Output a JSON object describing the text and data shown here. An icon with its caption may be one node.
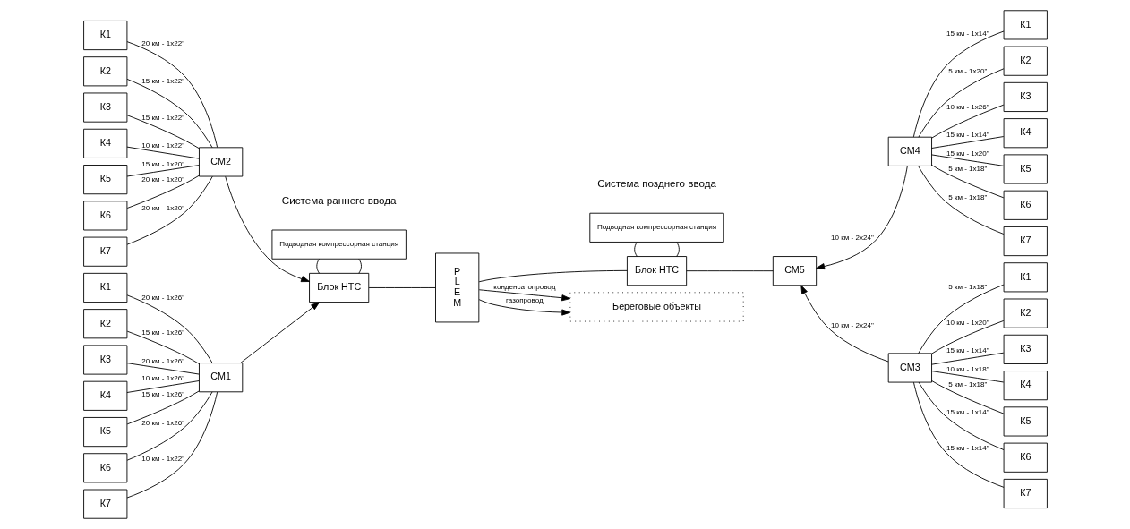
{
  "diagram": {
    "nodes": [
      {
        "text": [
          "К1"
        ]
      },
      {
        "text": [
          "К2"
        ]
      },
      {
        "text": [
          "К3"
        ]
      },
      {
        "text": [
          "К4"
        ]
      },
      {
        "text": [
          "К5"
        ]
      },
      {
        "text": [
          "К6"
        ]
      },
      {
        "text": [
          "К7"
        ]
      },
      {
        "text": [
          "СМ2"
        ]
      },
      {
        "text": [
          "К1"
        ]
      },
      {
        "text": [
          "К2"
        ]
      },
      {
        "text": [
          "К3"
        ]
      },
      {
        "text": [
          "К4"
        ]
      },
      {
        "text": [
          "К5"
        ]
      },
      {
        "text": [
          "К6"
        ]
      },
      {
        "text": [
          "К7"
        ]
      },
      {
        "text": [
          "СМ1"
        ]
      },
      {
        "text": [
          "Подводная компрессорная станция"
        ]
      },
      {
        "text": [
          "Блок НТС"
        ]
      },
      {
        "text": [
          "P L E M"
        ]
      },
      {
        "text": [
          "Подводная компрессорная станция"
        ]
      },
      {
        "text": [
          "Блок НТС"
        ]
      },
      {
        "text": [
          "СМ5"
        ]
      },
      {
        "text": [
          "СМ4"
        ]
      },
      {
        "text": [
          "К1"
        ]
      },
      {
        "text": [
          "К2"
        ]
      },
      {
        "text": [
          "К3"
        ]
      },
      {
        "text": [
          "К4"
        ]
      },
      {
        "text": [
          "К5"
        ]
      },
      {
        "text": [
          "К6"
        ]
      },
      {
        "text": [
          "К7"
        ]
      },
      {
        "text": [
          "СМ3"
        ]
      },
      {
        "text": [
          "К1"
        ]
      },
      {
        "text": [
          "К2"
        ]
      },
      {
        "text": [
          "К3"
        ]
      },
      {
        "text": [
          "К4"
        ]
      },
      {
        "text": [
          "К5"
        ]
      },
      {
        "text": [
          "К6"
        ]
      },
      {
        "text": [
          "К7"
        ]
      },
      {
        "text": [
          "Береговые объекты"
        ]
      }
    ],
    "edges": [
      {
        "from": 0,
        "to": 7,
        "arrow": "none",
        "label": "20 км - 1x22\""
      },
      {
        "from": 1,
        "to": 7,
        "arrow": "none",
        "label": "15 км - 1x22\""
      },
      {
        "from": 2,
        "to": 7,
        "arrow": "none",
        "label": "15 км - 1x22\""
      },
      {
        "from": 3,
        "to": 7,
        "arrow": "none",
        "label": "10 км - 1x22\""
      },
      {
        "from": 4,
        "to": 7,
        "arrow": "none",
        "label": "15 км - 1x20\""
      },
      {
        "from": 5,
        "to": 7,
        "arrow": "none",
        "label": "20 км - 1x20\""
      },
      {
        "from": 6,
        "to": 7,
        "arrow": "none",
        "label": "20 км - 1x20\""
      },
      {
        "from": 8,
        "to": 15,
        "arrow": "none",
        "label": "20 км - 1x26\""
      },
      {
        "from": 9,
        "to": 15,
        "arrow": "none",
        "label": "15 км - 1x26\""
      },
      {
        "from": 10,
        "to": 15,
        "arrow": "none",
        "label": "20 км - 1x26\""
      },
      {
        "from": 11,
        "to": 15,
        "arrow": "none",
        "label": "10 км - 1x26\""
      },
      {
        "from": 12,
        "to": 15,
        "arrow": "none",
        "label": "15 км - 1x26\""
      },
      {
        "from": 13,
        "to": 15,
        "arrow": "none",
        "label": "20 км - 1x26\""
      },
      {
        "from": 14,
        "to": 15,
        "arrow": "none",
        "label": "10 км - 1x22\""
      },
      {
        "from": 7,
        "to": 17,
        "arrow": "to"
      },
      {
        "from": 15,
        "to": 17,
        "arrow": "to"
      },
      {
        "from": 16,
        "to": 17,
        "arrow": "none"
      },
      {
        "from": 16,
        "to": 17,
        "arrow": "none"
      },
      {
        "from": 17,
        "to": 18,
        "arrow": "none"
      },
      {
        "from": 18,
        "to": 20,
        "arrow": "none"
      },
      {
        "from": 19,
        "to": 20,
        "arrow": "none"
      },
      {
        "from": 19,
        "to": 20,
        "arrow": "none"
      },
      {
        "from": 20,
        "to": 21,
        "arrow": "none"
      },
      {
        "from": 22,
        "to": 21,
        "arrow": "to",
        "label": "10 км - 2x24\""
      },
      {
        "from": 30,
        "to": 21,
        "arrow": "to",
        "label": "10 км - 2x24\""
      },
      {
        "from": 22,
        "to": 23,
        "arrow": "none",
        "label": "15 км - 1x14\""
      },
      {
        "from": 22,
        "to": 24,
        "arrow": "none",
        "label": "5 км - 1x20\""
      },
      {
        "from": 22,
        "to": 25,
        "arrow": "none",
        "label": "10 км - 1x26\""
      },
      {
        "from": 22,
        "to": 26,
        "arrow": "none",
        "label": "15 км - 1x14\""
      },
      {
        "from": 22,
        "to": 27,
        "arrow": "none",
        "label": "15 км - 1x20\""
      },
      {
        "from": 22,
        "to": 28,
        "arrow": "none",
        "label": "5 км - 1x18\""
      },
      {
        "from": 22,
        "to": 29,
        "arrow": "none",
        "label": "5 км - 1x18\""
      },
      {
        "from": 30,
        "to": 31,
        "arrow": "none",
        "label": "5 км - 1x18\""
      },
      {
        "from": 30,
        "to": 32,
        "arrow": "none",
        "label": "10 км - 1x20\""
      },
      {
        "from": 30,
        "to": 33,
        "arrow": "none",
        "label": "15 км - 1x14\""
      },
      {
        "from": 30,
        "to": 34,
        "arrow": "none",
        "label": "10 км - 1x18\""
      },
      {
        "from": 30,
        "to": 35,
        "arrow": "none",
        "label": "5 км - 1x18\""
      },
      {
        "from": 30,
        "to": 36,
        "arrow": "none",
        "label": "15 км - 1x14\""
      },
      {
        "from": 30,
        "to": 37,
        "arrow": "none",
        "label": "15 км - 1x14\""
      },
      {
        "from": 18,
        "to": 38,
        "arrow": "to",
        "label": "газопровод"
      },
      {
        "from": 18,
        "to": 38,
        "arrow": "to",
        "label": "конденсатопровод"
      }
    ],
    "labels": [
      "Система раннего ввода",
      "Система позднего ввода"
    ]
  }
}
